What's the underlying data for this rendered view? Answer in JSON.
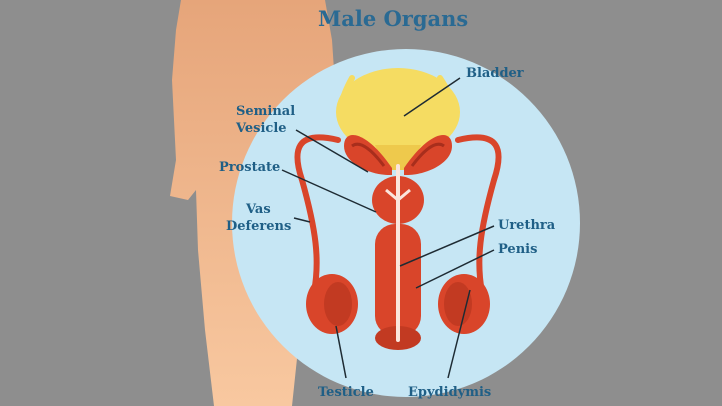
{
  "title": "Male Organs",
  "labels": {
    "bladder": "Bladder",
    "seminal_vesicle_line1": "Seminal",
    "seminal_vesicle_line2": "Vesicle",
    "prostate": "Prostate",
    "vas_deferens_line1": "Vas",
    "vas_deferens_line2": "Deferens",
    "urethra": "Urethra",
    "penis": "Penis",
    "testicle": "Testicle",
    "epididymis": "Epydidymis"
  },
  "colors": {
    "background": "#8e8e8e",
    "body_silhouette": "#f6b98d",
    "circle": "#c6e6f4",
    "organ_red": "#d9452a",
    "organ_dark": "#a82e1c",
    "bladder_yellow": "#f5dc62",
    "label_text": "#1f5f86",
    "leader_lines": "#1e2b33"
  }
}
